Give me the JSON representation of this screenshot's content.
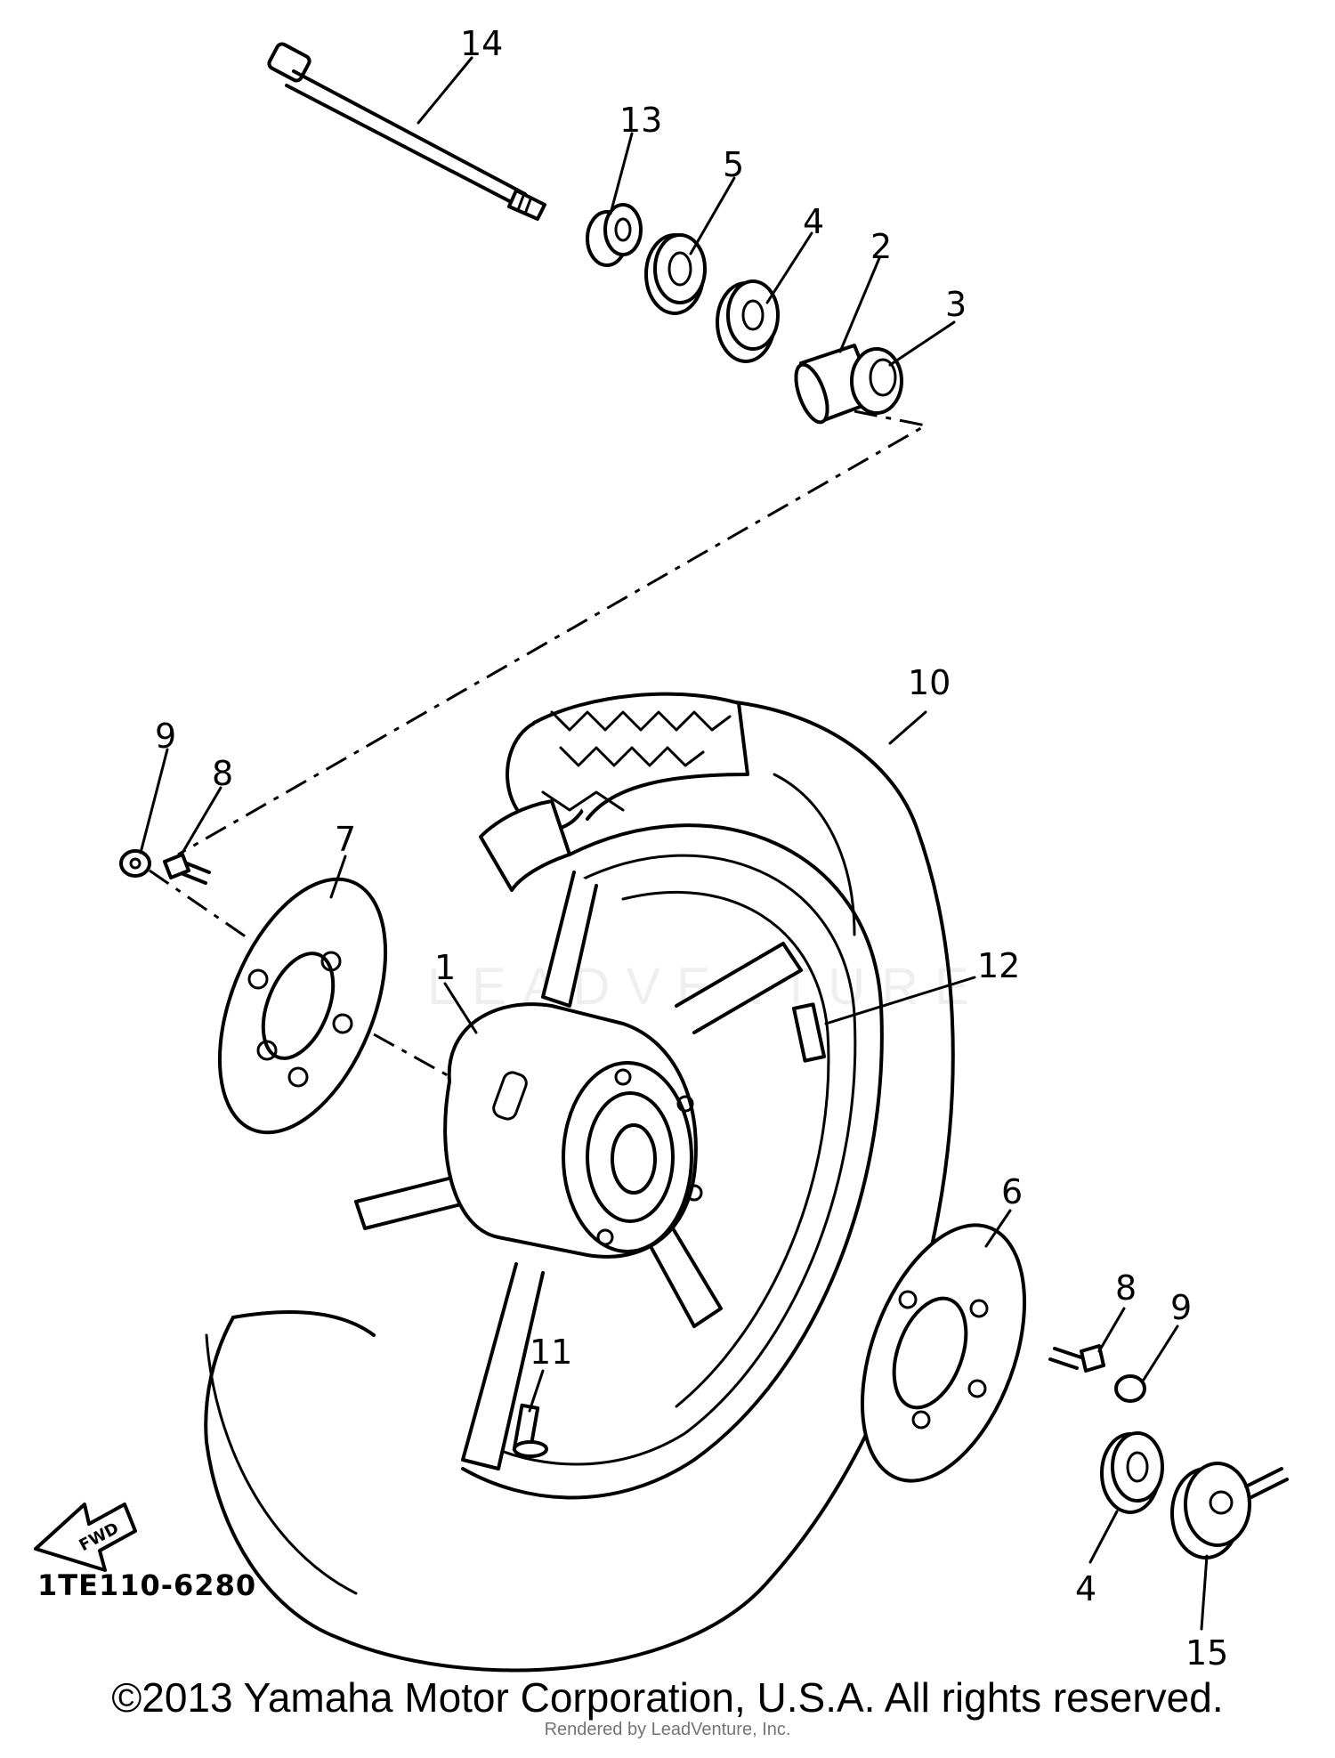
{
  "diagram": {
    "diagram_code": "1TE110-6280",
    "copyright": "©2013 Yamaha Motor Corporation, U.S.A. All rights reserved.",
    "watermark": "LEADVENTURE",
    "render_credit": "Rendered by LeadVenture, Inc.",
    "fwd_label": "FWD"
  },
  "callouts": [
    "14",
    "13",
    "5",
    "4",
    "2",
    "3",
    "10",
    "9",
    "8",
    "7",
    "1",
    "12",
    "6",
    "8",
    "9",
    "11",
    "4",
    "15"
  ]
}
